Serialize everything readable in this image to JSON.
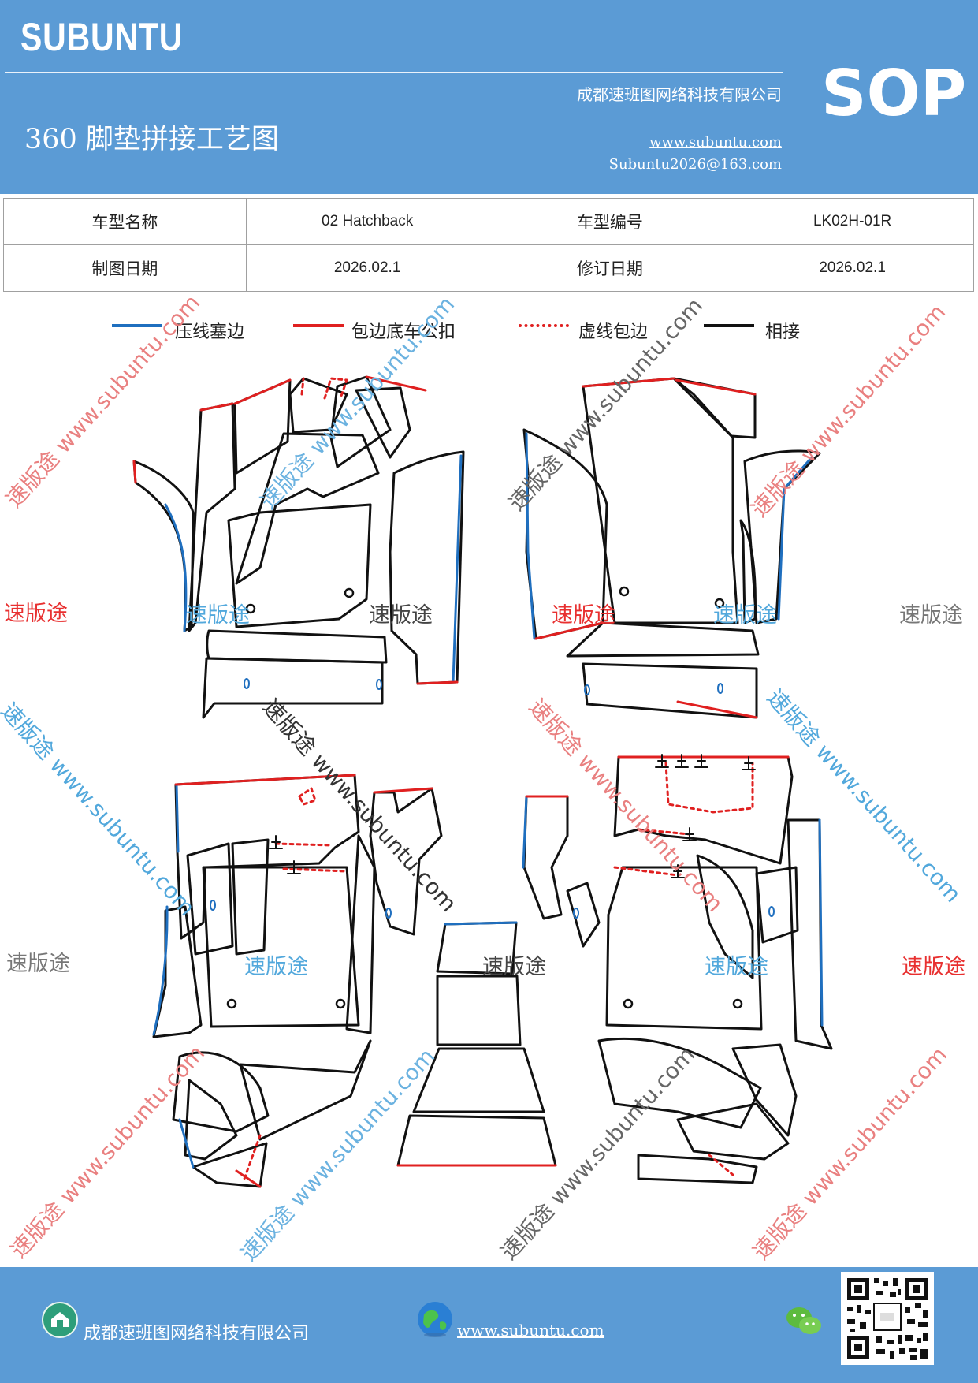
{
  "header": {
    "brand": "SUBUNTU",
    "company": "成都速班图网络科技有限公司",
    "title": "360 脚垫拼接工艺图",
    "url": "www.subuntu.com",
    "email": "Subuntu2026@163.com",
    "badge": "SOP"
  },
  "info": {
    "rows": [
      {
        "label1": "车型名称",
        "value1": "02 Hatchback",
        "label2": "车型编号",
        "value2": "LK02H-01R"
      },
      {
        "label1": "制图日期",
        "value1": "2026.02.1",
        "label2": "修订日期",
        "value2": "2026.02.1"
      }
    ]
  },
  "legend": {
    "items": [
      {
        "label": "压线塞边",
        "color": "#1f6fbf",
        "style": "solid"
      },
      {
        "label": "包边底车公扣",
        "color": "#e02020",
        "style": "solid"
      },
      {
        "label": "虚线包边",
        "color": "#e02020",
        "style": "dotted"
      },
      {
        "label": "相接",
        "color": "#111111",
        "style": "solid"
      }
    ]
  },
  "watermarks": {
    "brand_text": "速版途",
    "diagonal_text": "速版途 www.subuntu.com"
  },
  "footer": {
    "company": "成都速班图网络科技有限公司",
    "url": "www.subuntu.com"
  },
  "colors": {
    "header_bg": "#5b9bd5",
    "blue_edge": "#1f6fbf",
    "red_edge": "#e02020",
    "black_edge": "#111111"
  },
  "icons": [
    "building-icon",
    "globe-icon",
    "wechat-icon",
    "qr-code"
  ]
}
